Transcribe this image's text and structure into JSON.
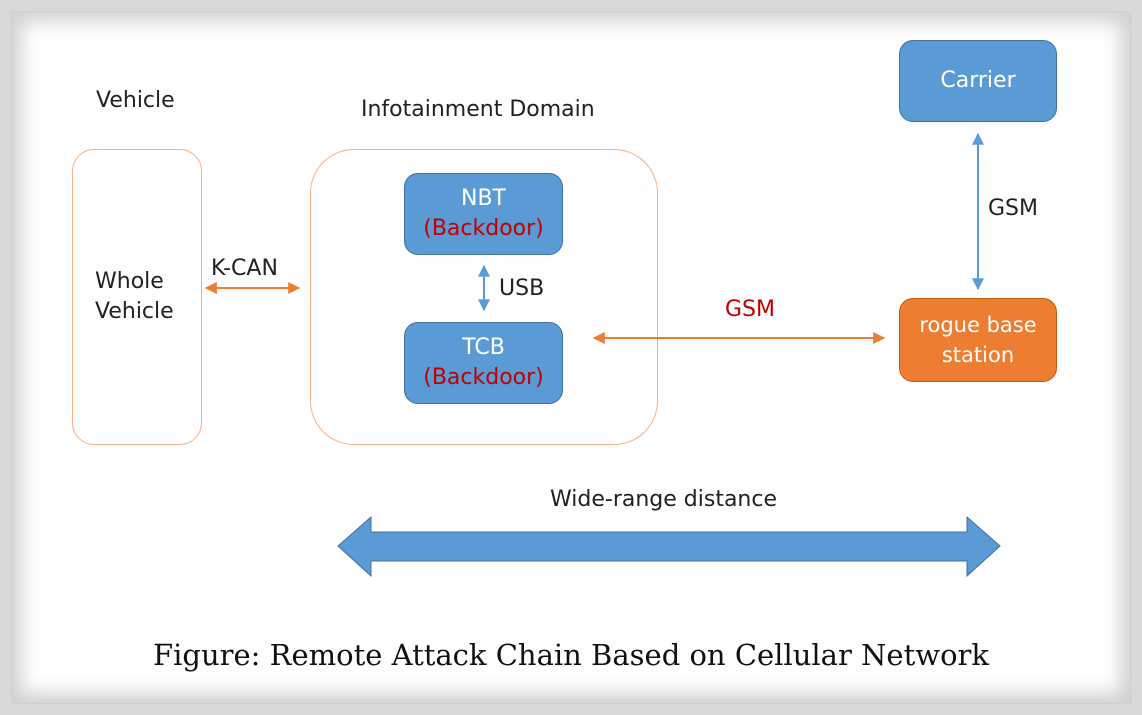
{
  "labels": {
    "vehicle": "Vehicle",
    "infotainment_domain": "Infotainment Domain",
    "k_can": "K-CAN",
    "usb": "USB",
    "gsm_red": "GSM",
    "gsm_vertical": "GSM",
    "wide_range": "Wide-range distance"
  },
  "nodes": {
    "whole_vehicle": {
      "line1": "Whole",
      "line2": "Vehicle"
    },
    "nbt": {
      "name": "NBT",
      "tag": "(Backdoor)"
    },
    "tcb": {
      "name": "TCB",
      "tag": "(Backdoor)"
    },
    "carrier": {
      "name": "Carrier"
    },
    "rogue": {
      "line1": "rogue base",
      "line2": "station"
    }
  },
  "caption": "Figure: Remote Attack Chain Based on Cellular Network",
  "colors": {
    "blue_box": "#5b9bd5",
    "orange_box": "#ed7d31",
    "outline": "#f4b183",
    "arrow_orange": "#ed7d31",
    "arrow_blue": "#5b9bd5",
    "backdoor_red": "#c00000"
  }
}
